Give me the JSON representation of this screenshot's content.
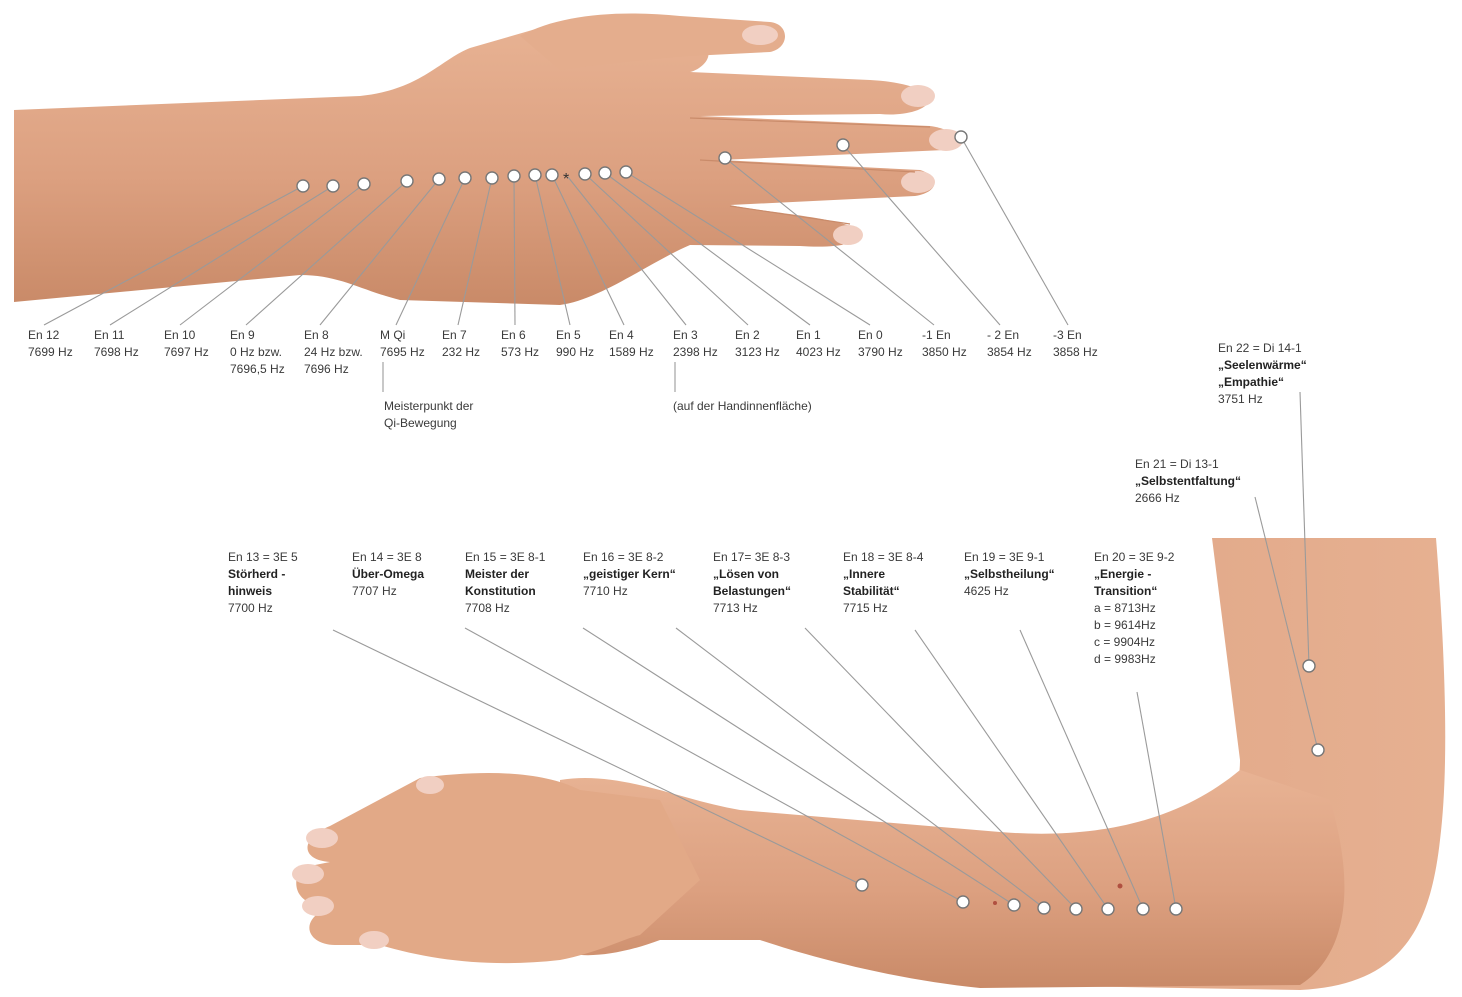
{
  "upper_hand": {
    "points": [
      {
        "id": "En 12",
        "value": "7699 Hz"
      },
      {
        "id": "En 11",
        "value": "7698 Hz"
      },
      {
        "id": "En 10",
        "value": "7697 Hz"
      },
      {
        "id": "En 9",
        "value": "0 Hz bzw.",
        "value2": "7696,5 Hz"
      },
      {
        "id": "En 8",
        "value": "24 Hz bzw.",
        "value2": "7696 Hz"
      },
      {
        "id": "M Qi",
        "value": "7695 Hz"
      },
      {
        "id": "En 7",
        "value": "232 Hz"
      },
      {
        "id": "En 6",
        "value": "573 Hz"
      },
      {
        "id": "En 5",
        "value": "990 Hz"
      },
      {
        "id": "En 4",
        "value": "1589 Hz"
      },
      {
        "id": "En 3",
        "value": "2398 Hz"
      },
      {
        "id": "En 2",
        "value": "3123 Hz"
      },
      {
        "id": "En 1",
        "value": "4023 Hz"
      },
      {
        "id": "En 0",
        "value": "3790 Hz"
      },
      {
        "id": "-1 En",
        "value": "3850 Hz"
      },
      {
        "id": "- 2 En",
        "value": "3854 Hz"
      },
      {
        "id": "-3 En",
        "value": "3858 Hz"
      }
    ],
    "notes": {
      "mqi": [
        "Meisterpunkt der",
        "Qi-Bewegung"
      ],
      "en3": "(auf der Handinnenfläche)"
    }
  },
  "lower_arm": {
    "points": [
      {
        "id": "En 13 = 3E 5",
        "names": [
          "Störherd -",
          "hinweis"
        ],
        "values": [
          "7700 Hz"
        ]
      },
      {
        "id": "En 14 = 3E 8",
        "names": [
          "Über-Omega"
        ],
        "values": [
          "7707 Hz"
        ]
      },
      {
        "id": "En 15 = 3E 8-1",
        "names": [
          "Meister der",
          "Konstitution"
        ],
        "values": [
          "7708 Hz"
        ]
      },
      {
        "id": "En 16 = 3E 8-2",
        "names": [
          "„geistiger Kern“"
        ],
        "values": [
          "7710 Hz"
        ]
      },
      {
        "id": "En 17= 3E 8-3",
        "names": [
          "„Lösen von",
          "Belastungen“"
        ],
        "values": [
          "7713 Hz"
        ]
      },
      {
        "id": "En 18 = 3E 8-4",
        "names": [
          "„Innere",
          "Stabilität“"
        ],
        "values": [
          "7715 Hz"
        ]
      },
      {
        "id": "En 19 = 3E 9-1",
        "names": [
          "„Selbstheilung“"
        ],
        "values": [
          "4625 Hz"
        ]
      },
      {
        "id": "En 20 = 3E 9-2",
        "names": [
          "„Energie -",
          "Transition“"
        ],
        "values": [
          "a = 8713Hz",
          "b = 9614Hz",
          "c = 9904Hz",
          "d = 9983Hz"
        ]
      },
      {
        "id": "En 21 = Di 13-1",
        "names": [
          "„Selbstentfaltung“"
        ],
        "values": [
          "2666 Hz"
        ]
      },
      {
        "id": "En 22 = Di 14-1",
        "names": [
          "„Seelenwärme“",
          "„Empathie“"
        ],
        "values": [
          "3751 Hz"
        ]
      }
    ]
  },
  "colors": {
    "skin": "#e0a886",
    "skin_shadow": "#c98b6a",
    "nail": "#f1cfc2",
    "marker_fill": "#ffffff",
    "leader_line": "#9a9a9a"
  }
}
